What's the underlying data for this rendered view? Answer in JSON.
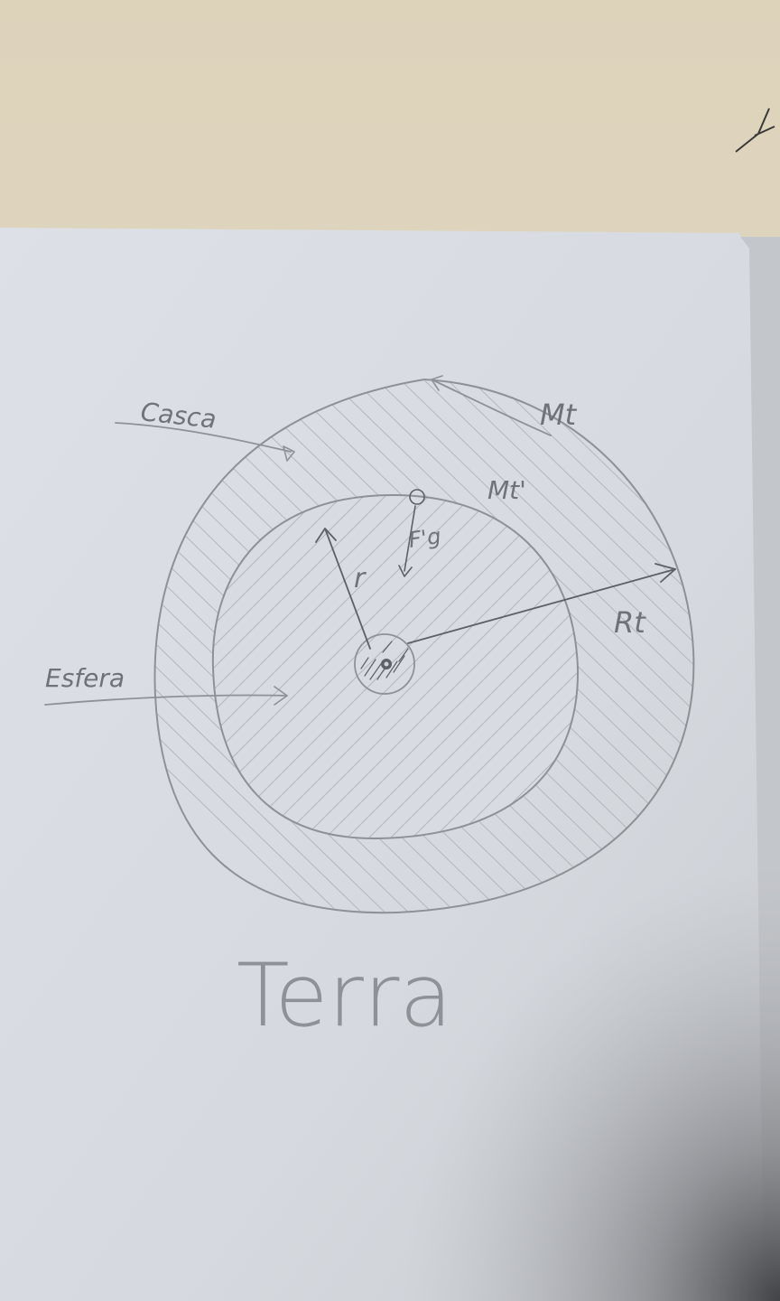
{
  "labels": {
    "casca": "Casca",
    "esfera": "Esfera",
    "mt": "Mt",
    "mt_prime": "Mt'",
    "fg_prime": "F'g",
    "r": "r",
    "rt": "Rt",
    "title": "Terra"
  },
  "colors": {
    "table_top": "#dcd3bf",
    "paper": "#d9dde2",
    "pencil": "#8e9196",
    "pencil_dark": "#5d6066"
  }
}
